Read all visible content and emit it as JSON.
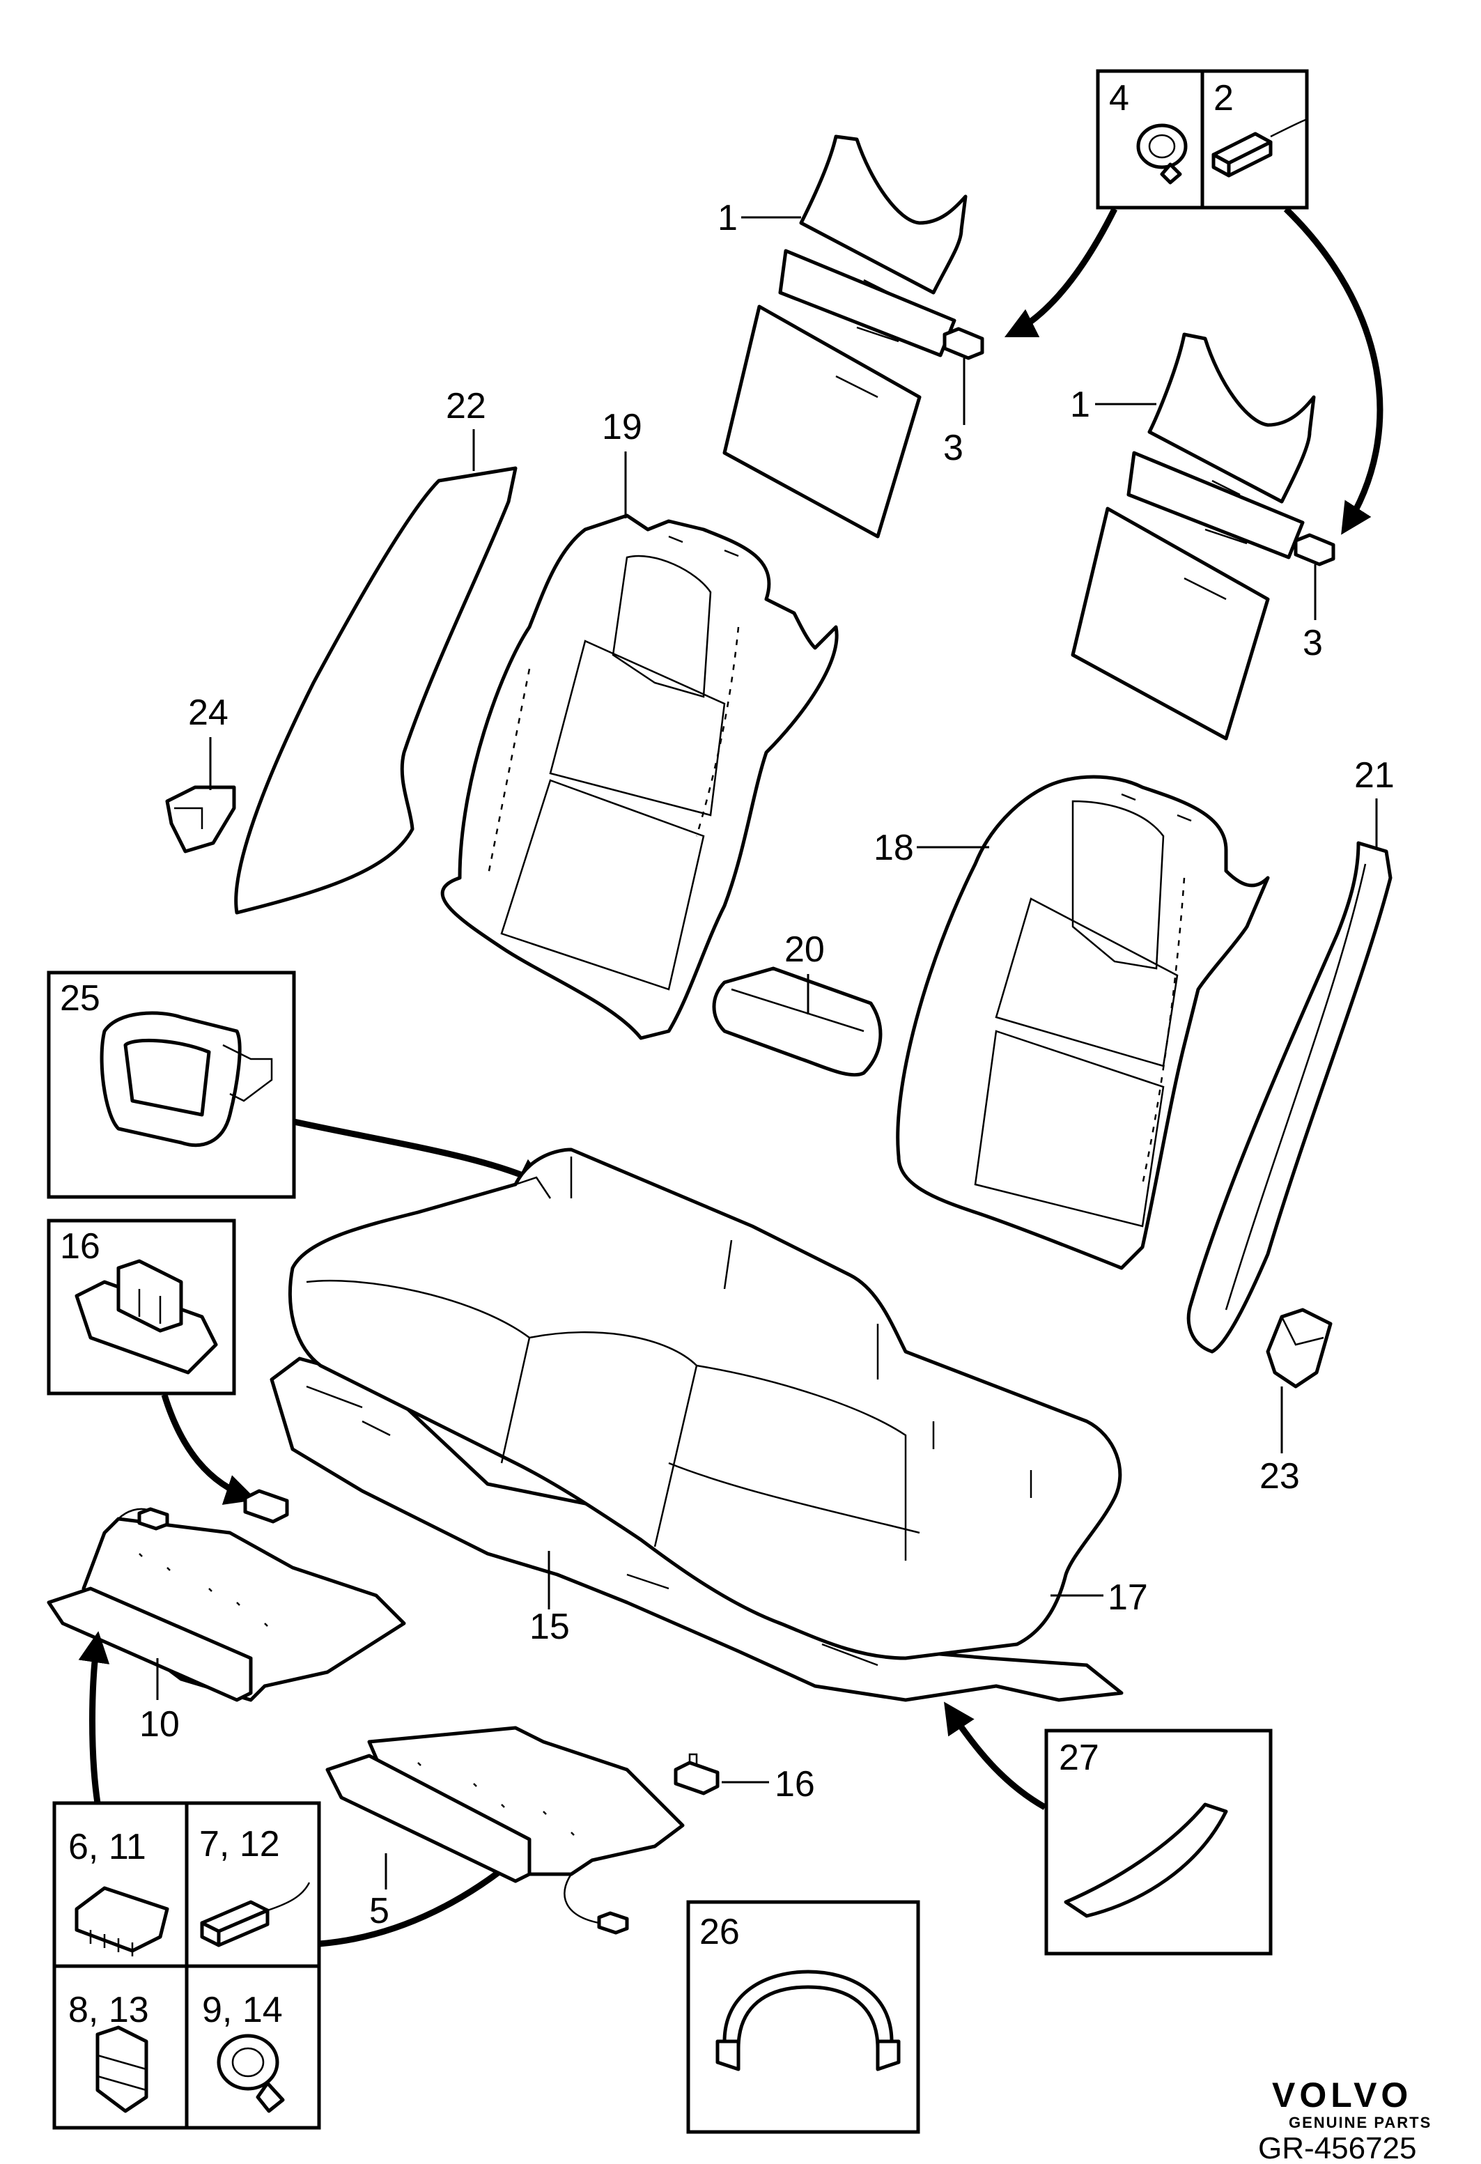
{
  "callouts": {
    "c1a": "1",
    "c1b": "1",
    "c2": "2",
    "c3a": "3",
    "c3b": "3",
    "c4": "4",
    "c5": "5",
    "c6_11": "6, 11",
    "c7_12": "7, 12",
    "c8_13": "8, 13",
    "c9_14": "9, 14",
    "c10": "10",
    "c15": "15",
    "c16a": "16",
    "c16b": "16",
    "c17": "17",
    "c18": "18",
    "c19": "19",
    "c20": "20",
    "c21": "21",
    "c22": "22",
    "c23": "23",
    "c24": "24",
    "c25": "25",
    "c26": "26",
    "c27": "27"
  },
  "logo": {
    "brand": "VOLVO",
    "tagline": "GENUINE PARTS"
  },
  "reference": "GR-456725"
}
